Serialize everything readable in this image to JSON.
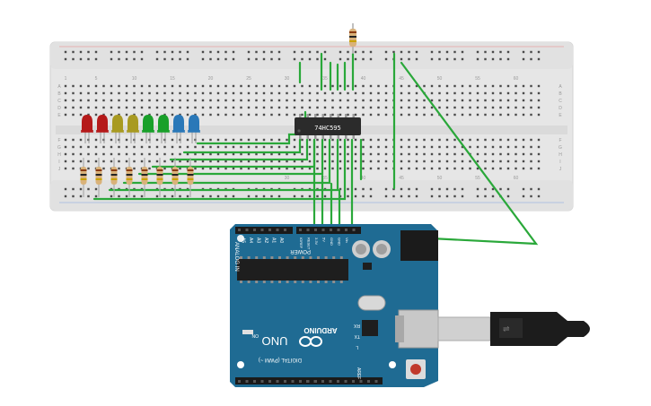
{
  "breadboard": {
    "column_labels_top": [
      "1",
      "5",
      "10",
      "15",
      "20",
      "25",
      "30",
      "35",
      "40",
      "45",
      "50",
      "55",
      "60"
    ],
    "column_labels_bottom": [
      "30",
      "35",
      "40",
      "45",
      "50",
      "55",
      "60"
    ],
    "row_labels_upper": [
      "A",
      "B",
      "C",
      "D",
      "E"
    ],
    "row_labels_lower": [
      "F",
      "G",
      "H",
      "I",
      "J"
    ]
  },
  "chip": {
    "label": "74HC595"
  },
  "leds": [
    {
      "color": "red",
      "hex": "#b51a1a"
    },
    {
      "color": "red",
      "hex": "#b51a1a"
    },
    {
      "color": "yellow",
      "hex": "#a89a22"
    },
    {
      "color": "yellow",
      "hex": "#a89a22"
    },
    {
      "color": "green",
      "hex": "#19a02a"
    },
    {
      "color": "green",
      "hex": "#19a02a"
    },
    {
      "color": "blue",
      "hex": "#2a78b8"
    },
    {
      "color": "blue",
      "hex": "#2a78b8"
    }
  ],
  "arduino": {
    "board_color": "#1f6b93",
    "brand": "ARDUINO",
    "model": "UNO",
    "power_label": "POWER",
    "analog_label": "ANALOG IN",
    "digital_label": "DIGITAL (PWM ~)",
    "on_label": "ON",
    "tx_label": "TX",
    "rx_label": "RX",
    "l_label": "L",
    "aref_label": "AREF",
    "analog_pins": [
      "A0",
      "A1",
      "A2",
      "A3",
      "A4",
      "A5"
    ],
    "power_pins": [
      "IOREF",
      "RESET",
      "3.3V",
      "5V",
      "GND",
      "GND",
      "Vin"
    ]
  },
  "colors": {
    "wire": "#2aa83a",
    "breadboard": "#e8e8e8",
    "chip": "#2b2b2b"
  }
}
